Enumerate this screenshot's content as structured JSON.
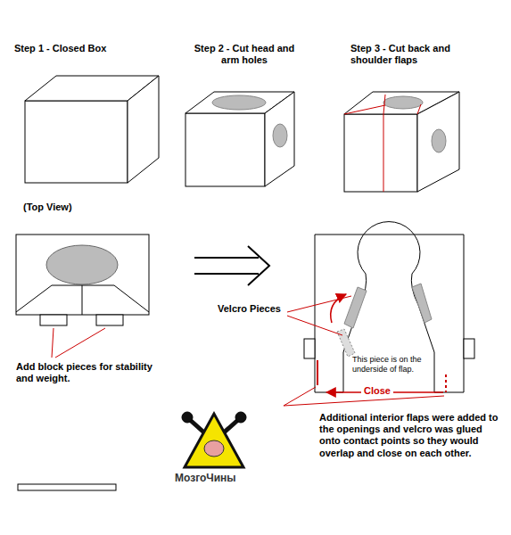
{
  "diagram": {
    "labels": [
      "Step 1 - Closed Box",
      "Step 2 - Cut head and arm holes",
      "Step 3 - Cut back and shoulder flaps",
      "(Top View)",
      "Add block pieces for stability and weight.",
      "Velcro Pieces",
      "This piece is on the underside of flap.",
      "Close",
      "Additional interior flaps were added to the openings and velcro was glued onto contact points so they would overlap and close on each other.",
      "МозгоЧины"
    ]
  }
}
